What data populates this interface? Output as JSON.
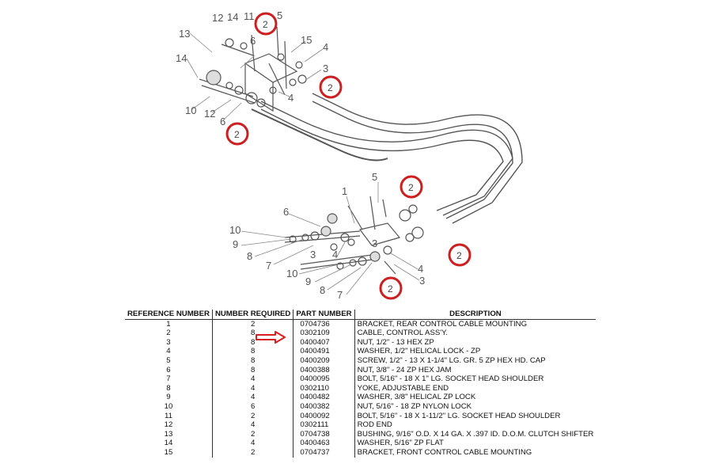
{
  "diagram": {
    "upper_labels": [
      "12",
      "14",
      "11",
      "5",
      "13",
      "15",
      "4",
      "14",
      "3",
      "6",
      "4",
      "10",
      "12",
      "6"
    ],
    "lower_labels": [
      "5",
      "1",
      "6",
      "10",
      "9",
      "8",
      "4",
      "7",
      "3",
      "3",
      "10",
      "9",
      "8",
      "7",
      "4",
      "3"
    ],
    "callout_text": "2",
    "colors": {
      "callout": "#cc1f1f",
      "arrow": "#d61f1f",
      "line": "#555555"
    }
  },
  "table": {
    "headers": {
      "ref": "REFERENCE NUMBER",
      "qty": "NUMBER REQUIRED",
      "part": "PART NUMBER",
      "desc": "DESCRIPTION"
    },
    "rows": [
      {
        "ref": "1",
        "qty": "2",
        "part": "0704736",
        "desc": "BRACKET, REAR CONTROL CABLE MOUNTING"
      },
      {
        "ref": "2",
        "qty": "8",
        "part": "0302109",
        "desc": "CABLE, CONTROL ASS'Y."
      },
      {
        "ref": "3",
        "qty": "8",
        "part": "0400407",
        "desc": "NUT, 1/2\" - 13 HEX ZP"
      },
      {
        "ref": "4",
        "qty": "8",
        "part": "0400491",
        "desc": "WASHER, 1/2\" HELICAL LOCK - ZP"
      },
      {
        "ref": "5",
        "qty": "8",
        "part": "0400209",
        "desc": "SCREW, 1/2\" - 13 X 1-1/4\" LG. GR. 5 ZP HEX HD. CAP"
      },
      {
        "ref": "6",
        "qty": "8",
        "part": "0400388",
        "desc": "NUT, 3/8\" - 24 ZP HEX JAM"
      },
      {
        "ref": "7",
        "qty": "4",
        "part": "0400095",
        "desc": "BOLT, 5/16\" - 18 X 1\" LG. SOCKET HEAD SHOULDER"
      },
      {
        "ref": "8",
        "qty": "4",
        "part": "0302110",
        "desc": "YOKE, ADJUSTABLE END"
      },
      {
        "ref": "9",
        "qty": "4",
        "part": "0400482",
        "desc": "WASHER, 3/8\" HELICAL ZP LOCK"
      },
      {
        "ref": "10",
        "qty": "6",
        "part": "0400382",
        "desc": "NUT, 5/16\" - 18 ZP NYLON LOCK"
      },
      {
        "ref": "11",
        "qty": "2",
        "part": "0400092",
        "desc": "BOLT, 5/16\" - 18 X 1-11/2\" LG. SOCKET HEAD SHOULDER"
      },
      {
        "ref": "12",
        "qty": "4",
        "part": "0302111",
        "desc": "ROD END"
      },
      {
        "ref": "13",
        "qty": "2",
        "part": "0704738",
        "desc": "BUSHING, 9/16\" O.D. X 14 GA. X .397 ID. D.O.M. CLUTCH SHIFTER"
      },
      {
        "ref": "14",
        "qty": "4",
        "part": "0400463",
        "desc": "WASHER, 5/16\" ZP FLAT"
      },
      {
        "ref": "15",
        "qty": "2",
        "part": "0704737",
        "desc": "BRACKET, FRONT CONTROL CABLE MOUNTING"
      }
    ]
  }
}
